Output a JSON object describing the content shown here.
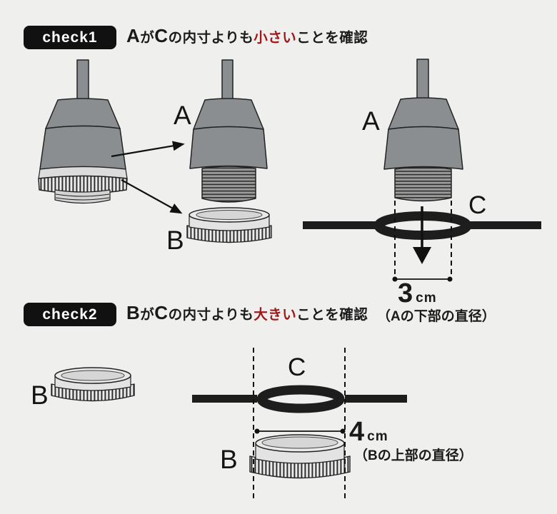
{
  "checks": {
    "check1": {
      "badge": "check1",
      "title_parts": [
        "A",
        "が",
        "C",
        "の内寸よりも",
        "小さい",
        "ことを確認"
      ],
      "label_a_exploded": "A",
      "label_b_exploded": "B",
      "label_a_fit": "A",
      "label_c_fit": "C",
      "dim_value": "3",
      "dim_unit": "cm",
      "dim_caption": "（Aの下部の直径）"
    },
    "check2": {
      "badge": "check2",
      "title_parts": [
        "B",
        "が",
        "C",
        "の内寸よりも",
        "大きい",
        "ことを確認"
      ],
      "label_b_part": "B",
      "label_c_fit": "C",
      "label_b_fit": "B",
      "dim_value": "4",
      "dim_unit": "cm",
      "dim_caption": "（Bの上部の直径）"
    }
  },
  "colors": {
    "background": "#efefee",
    "badge_bg": "#111111",
    "badge_text": "#ffffff",
    "text": "#1a1a1a",
    "highlight_red": "#9c1a1a",
    "socket_gray": "#8b8e90",
    "band_light": "#dcdcdc",
    "ring_face": "#e9e9e9",
    "ring_c_black": "#1d1d1d",
    "outline": "#222222"
  }
}
